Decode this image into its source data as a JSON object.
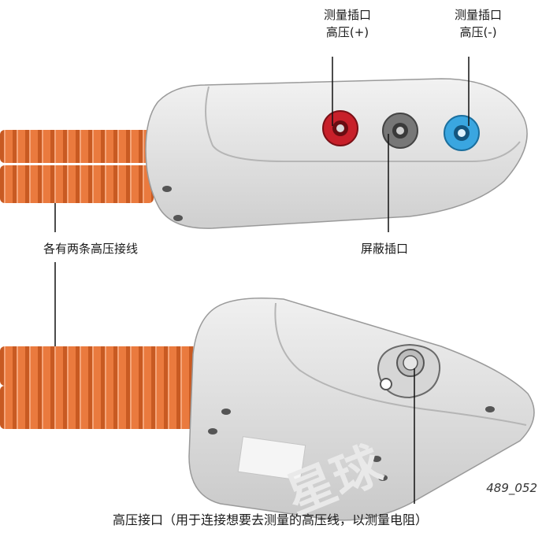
{
  "labels": {
    "pos_socket": {
      "line1": "测量插口",
      "line2": "高压(+)"
    },
    "neg_socket": {
      "line1": "测量插口",
      "line2": "高压(-)"
    },
    "hv_cables": "各有两条高压接线",
    "shield_socket": "屏蔽插口",
    "hv_connector": "高压接口（用于连接想要去测量的高压线，以测量电阻）"
  },
  "figure_code": "489_052",
  "watermark": "星球",
  "colors": {
    "cable": "#e8753a",
    "housing": "#e3e3e3",
    "socket_positive": "#c8202a",
    "socket_shield": "#777777",
    "socket_negative": "#3aa6e0"
  }
}
